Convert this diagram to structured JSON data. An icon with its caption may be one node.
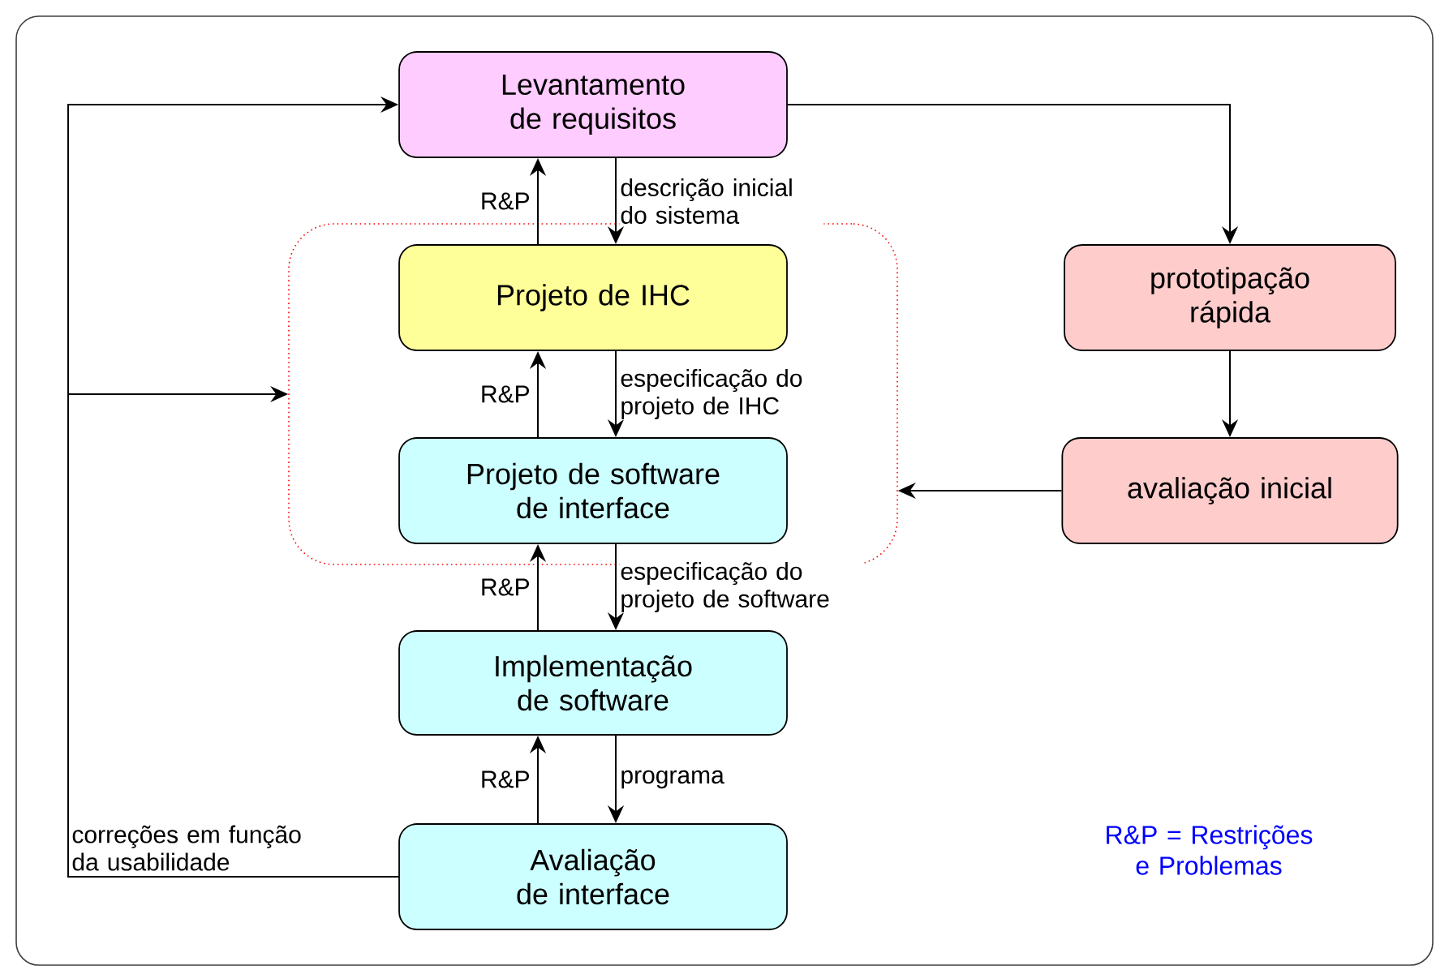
{
  "diagram": {
    "nodes": [
      {
        "text": [
          "Levantamento de requisitos"
        ]
      },
      {
        "text": [],
        "shape": "box"
      },
      {
        "text": [
          "Projeto de IHC"
        ],
        "in": 1
      },
      {
        "text": [
          "Projeto de software de interface"
        ],
        "in": 1
      },
      {
        "text": [
          "Implementação de software"
        ]
      },
      {
        "text": [
          "Avaliação de interface"
        ]
      },
      {
        "text": [
          "prototipação rápida"
        ]
      },
      {
        "text": [
          "avaliação inicial"
        ]
      }
    ],
    "edges": [
      {
        "from": 2,
        "to": 0,
        "arrow": "to",
        "label": "R&P"
      },
      {
        "from": 0,
        "to": 2,
        "arrow": "to",
        "label": "descrição inicial do sistema"
      },
      {
        "from": 3,
        "to": 2,
        "arrow": "to",
        "label": "R&P"
      },
      {
        "from": 2,
        "to": 3,
        "arrow": "to",
        "label": "especificação do projeto de IHC"
      },
      {
        "from": 4,
        "to": 3,
        "arrow": "to",
        "label": "R&P"
      },
      {
        "from": 3,
        "to": 4,
        "arrow": "to",
        "label": "especificação do projeto de software"
      },
      {
        "from": 5,
        "to": 4,
        "arrow": "to",
        "label": "R&P"
      },
      {
        "from": 4,
        "to": 5,
        "arrow": "to",
        "label": "programa"
      },
      {
        "from": 0,
        "to": 6,
        "arrow": "to"
      },
      {
        "from": 6,
        "to": 7,
        "arrow": "to"
      },
      {
        "from": 7,
        "to": 1,
        "arrow": "to"
      },
      {
        "from": 5,
        "to": 0,
        "arrow": "to",
        "label": "correções em função da usabilidade"
      },
      {
        "from": 5,
        "to": 1,
        "arrow": "to"
      }
    ],
    "labels": [
      "R&P = Restrições e Problemas"
    ]
  }
}
